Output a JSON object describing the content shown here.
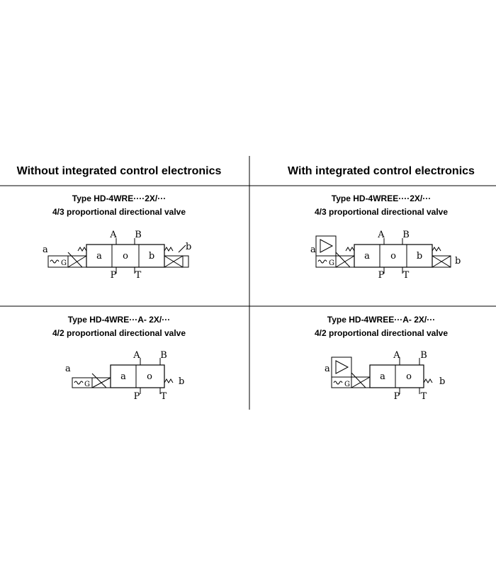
{
  "headers": {
    "left": "Without integrated control electronics",
    "right": "With integrated control electronics"
  },
  "cells": [
    {
      "type_label": "Type HD-4WRE····2X/···",
      "desc": "4/3 proportional directional valve"
    },
    {
      "type_label": "Type HD-4WREE····2X/···",
      "desc": "4/3 proportional directional valve"
    },
    {
      "type_label": "Type HD-4WRE···A- 2X/···",
      "desc": "4/2 proportional directional valve"
    },
    {
      "type_label": "Type HD-4WREE···A- 2X/···",
      "desc": "4/2 proportional directional valve"
    }
  ],
  "symbols": {
    "port_a": "A",
    "port_b": "B",
    "port_p": "P",
    "port_t": "T",
    "pos_a": "a",
    "pos_0": "o",
    "pos_b": "b",
    "solenoid_a": "a",
    "solenoid_b": "b",
    "coil": "G"
  }
}
